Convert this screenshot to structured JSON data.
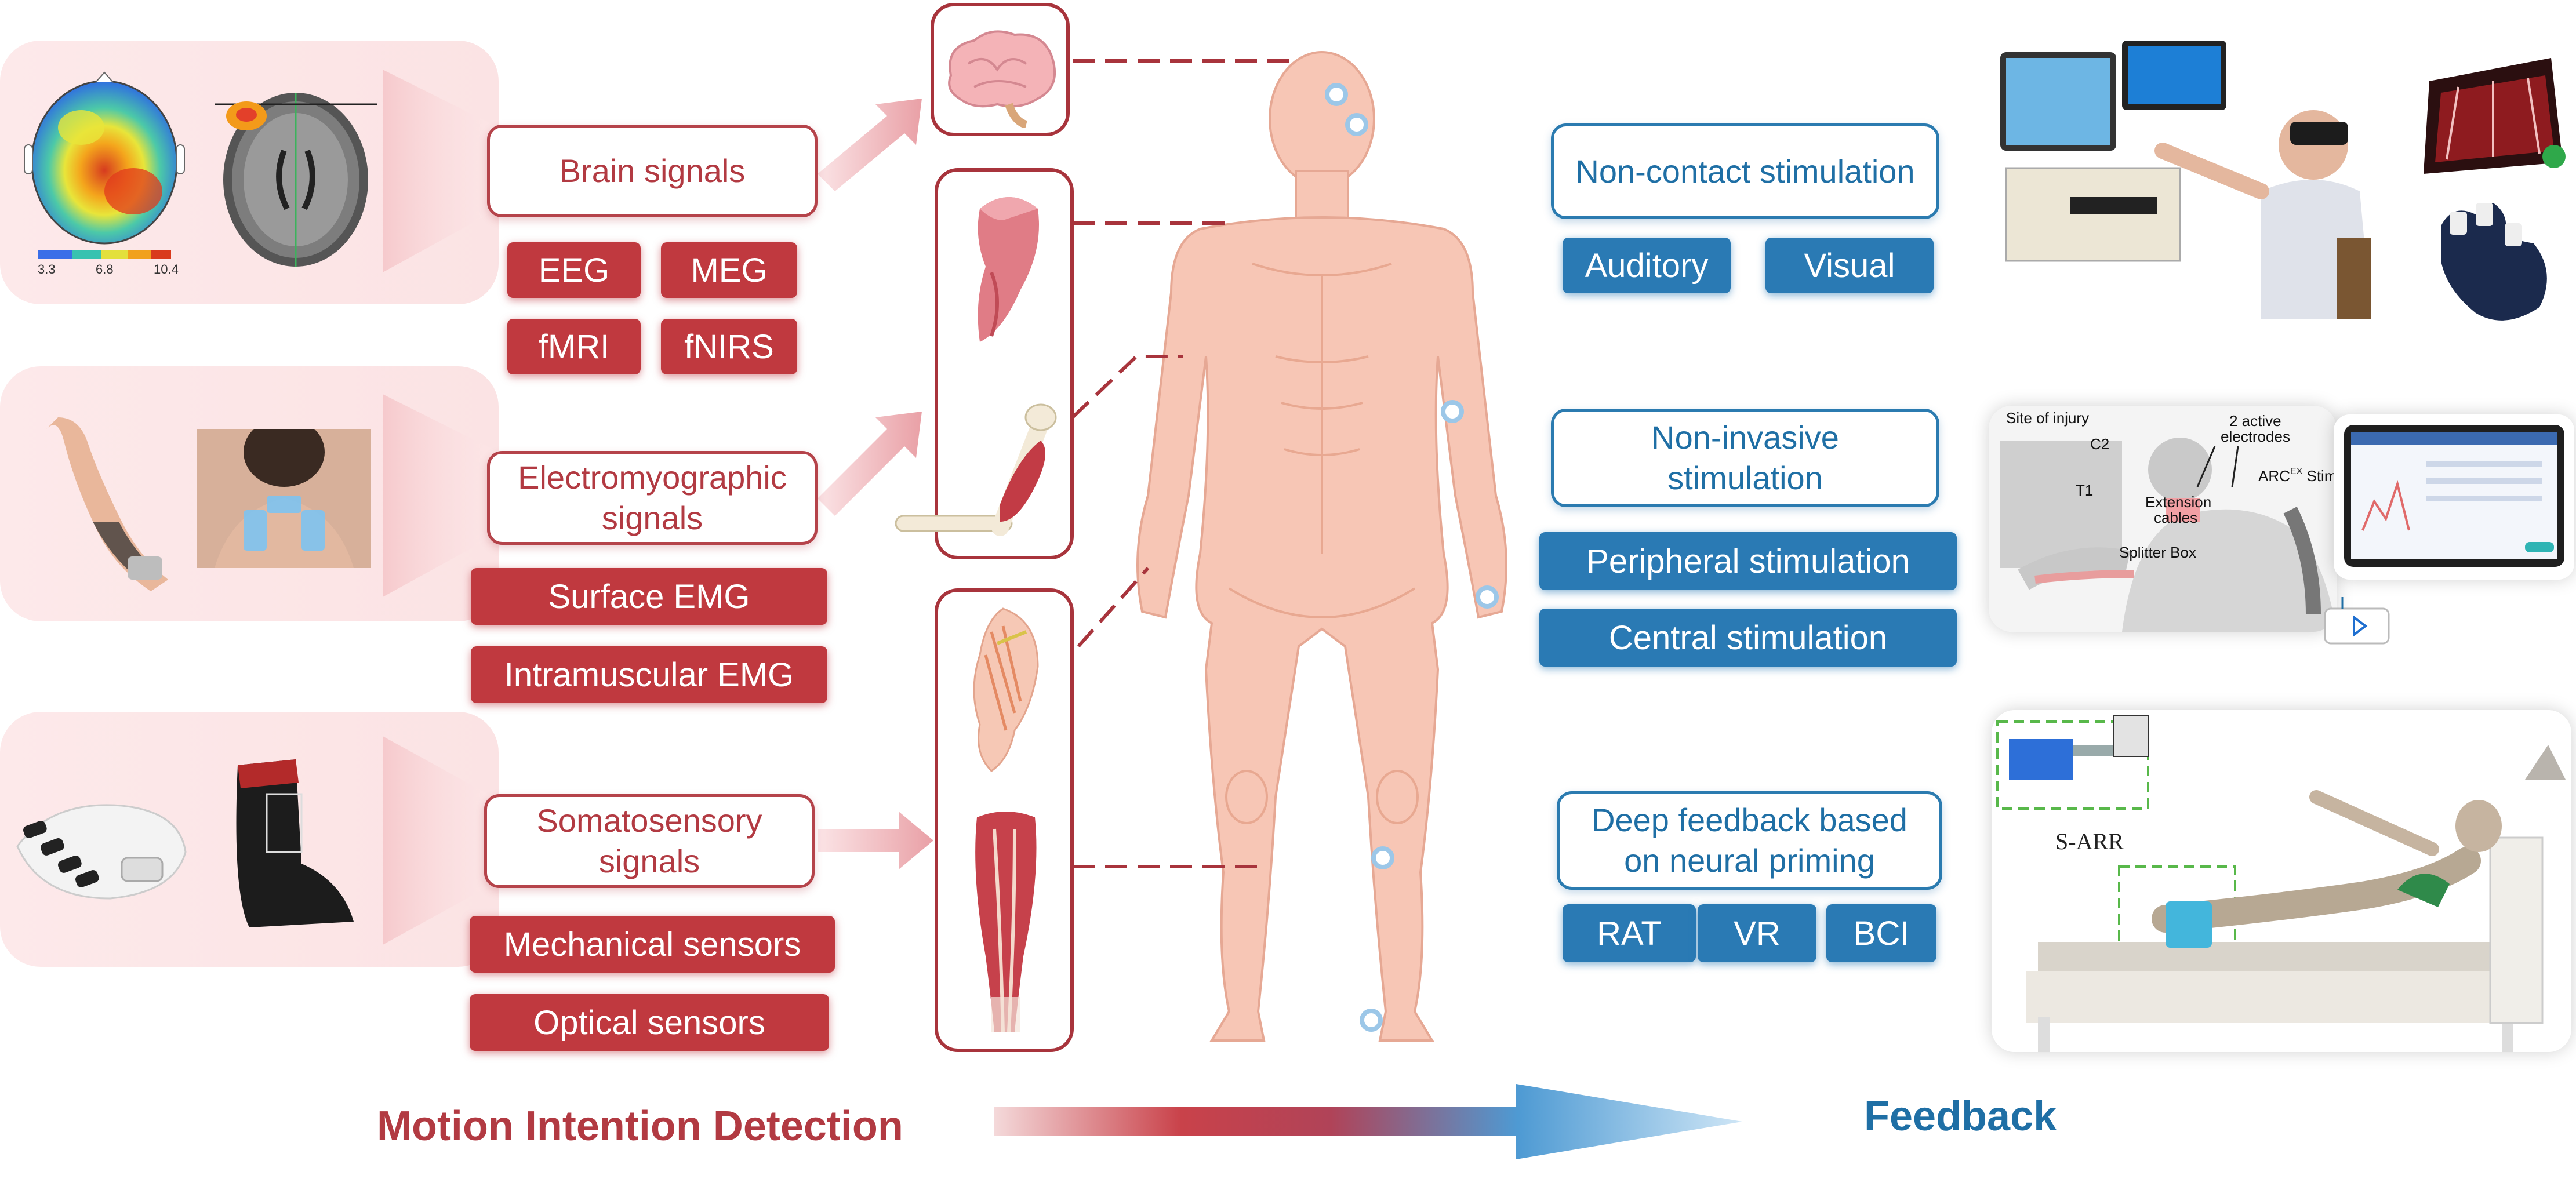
{
  "left": {
    "brain": {
      "title": "Brain signals",
      "tags": [
        "EEG",
        "MEG",
        "fMRI",
        "fNIRS"
      ],
      "colorbar": [
        "3.3",
        "6.8",
        "10.4"
      ]
    },
    "emg": {
      "title_line1": "Electromyographic",
      "title_line2": "signals",
      "tags": [
        "Surface EMG",
        "Intramuscular EMG"
      ]
    },
    "somato": {
      "title_line1": "Somatosensory",
      "title_line2": "signals",
      "tags": [
        "Mechanical sensors",
        "Optical sensors"
      ]
    }
  },
  "right": {
    "noncontact": {
      "title": "Non-contact stimulation",
      "tags": [
        "Auditory",
        "Visual"
      ]
    },
    "noninvasive": {
      "title_line1": "Non-invasive",
      "title_line2": "stimulation",
      "tags": [
        "Peripheral stimulation",
        "Central stimulation"
      ]
    },
    "deep": {
      "title_line1": "Deep feedback based",
      "title_line2": "on neural priming",
      "tags": [
        "RAT",
        "VR",
        "BCI"
      ]
    }
  },
  "stim_figure": {
    "site_of_injury": "Site of injury",
    "c2": "C2",
    "t1": "T1",
    "electrodes_line1": "2 active",
    "electrodes_line2": "electrodes",
    "extension_line1": "Extension",
    "extension_line2": "cables",
    "splitter": "Splitter Box",
    "arc": "ARC",
    "arc_sup": "EX",
    "arc_tail": " Stimulator"
  },
  "bed_figure": {
    "label": "S-ARR"
  },
  "bottom": {
    "left_title": "Motion Intention Detection",
    "right_title": "Feedback"
  },
  "colors": {
    "red": "#b23a42",
    "blue": "#1f6fa5",
    "skin": "#f7c6b5"
  }
}
